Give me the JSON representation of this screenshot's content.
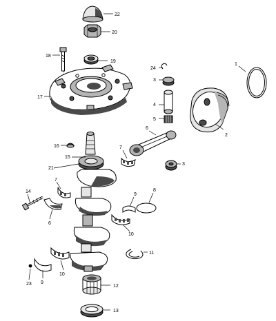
{
  "colors": {
    "ink": "#000000",
    "paper": "#ffffff",
    "shade": "#4a4a4a",
    "mid": "#b5b5b5",
    "light": "#e6e6e6"
  },
  "callouts": [
    {
      "id": "c1",
      "text": "1"
    },
    {
      "id": "c2",
      "text": "2"
    },
    {
      "id": "c3a",
      "text": "3"
    },
    {
      "id": "c3b",
      "text": "3"
    },
    {
      "id": "c4",
      "text": "4"
    },
    {
      "id": "c5",
      "text": "5"
    },
    {
      "id": "c6a",
      "text": "6"
    },
    {
      "id": "c6b",
      "text": "6"
    },
    {
      "id": "c7a",
      "text": "7"
    },
    {
      "id": "c7b",
      "text": "7"
    },
    {
      "id": "c8",
      "text": "8"
    },
    {
      "id": "c9a",
      "text": "9"
    },
    {
      "id": "c9b",
      "text": "9"
    },
    {
      "id": "c10a",
      "text": "10"
    },
    {
      "id": "c10b",
      "text": "10"
    },
    {
      "id": "c11",
      "text": "11"
    },
    {
      "id": "c12",
      "text": "12"
    },
    {
      "id": "c13",
      "text": "13"
    },
    {
      "id": "c14",
      "text": "14"
    },
    {
      "id": "c15",
      "text": "15"
    },
    {
      "id": "c16",
      "text": "16"
    },
    {
      "id": "c17",
      "text": "17"
    },
    {
      "id": "c18",
      "text": "18"
    },
    {
      "id": "c19",
      "text": "19"
    },
    {
      "id": "c20",
      "text": "20"
    },
    {
      "id": "c21",
      "text": "21"
    },
    {
      "id": "c22",
      "text": "22"
    },
    {
      "id": "c23",
      "text": "23"
    },
    {
      "id": "c24",
      "text": "24"
    }
  ]
}
